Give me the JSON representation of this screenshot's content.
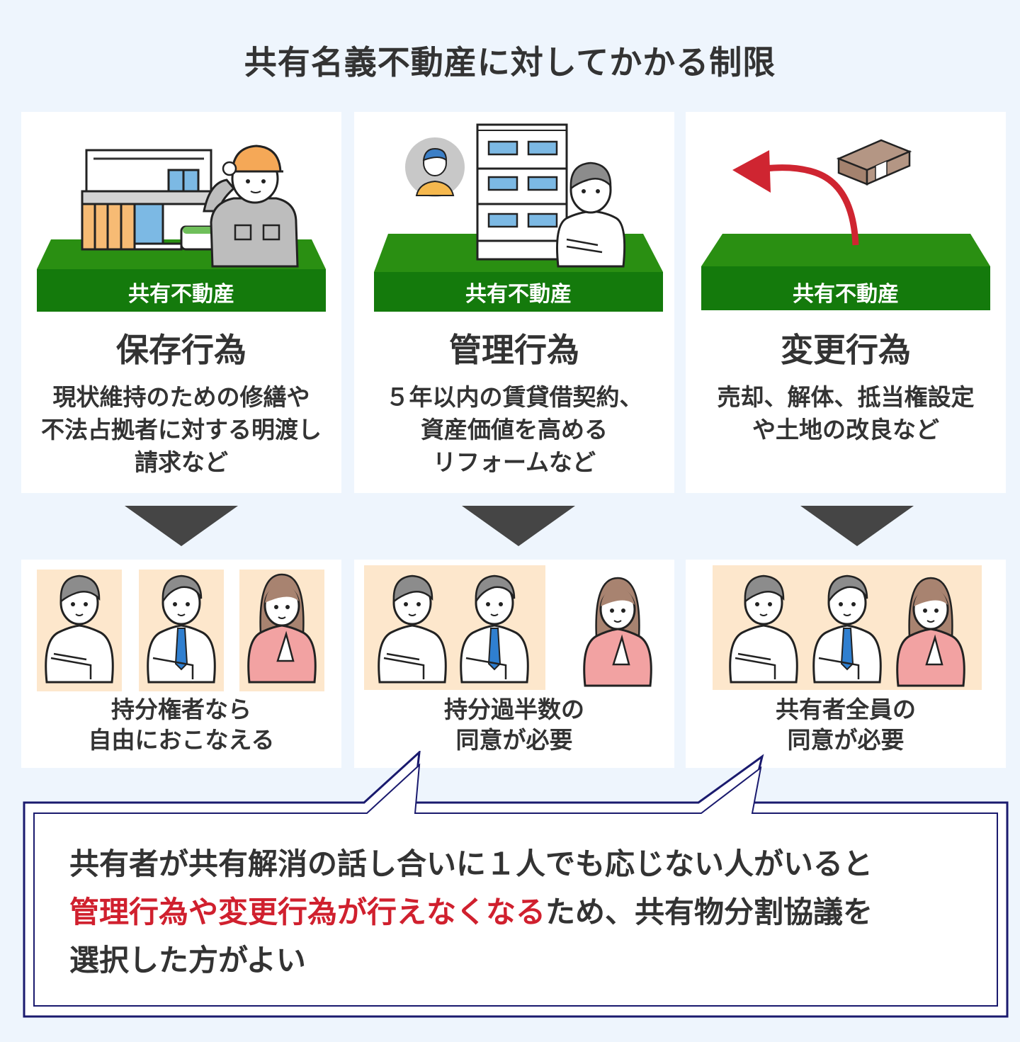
{
  "title": "共有名義不動産に対してかかる制限",
  "colors": {
    "background": "#eef5fd",
    "platform_top": "#2a8f12",
    "platform_front": "#147a0c",
    "arrow": "#454545",
    "highlight_red": "#d0202e",
    "callout_border": "#1a1a6e",
    "consent_bg": "#fde7cc"
  },
  "platform_label": "共有不動産",
  "acts": [
    {
      "name": "保存行為",
      "illustration": "house-with-worker",
      "description": [
        "現状維持のための修繕や",
        "不法占拠者に対する明渡し",
        "請求など"
      ],
      "requirement": [
        "持分権者なら",
        "自由におこなえる"
      ],
      "consent": "individual"
    },
    {
      "name": "管理行為",
      "illustration": "apartment-with-owner-and-tenant",
      "description": [
        "５年以内の賃貸借契約、",
        "資産価値を高める",
        "リフォームなど"
      ],
      "requirement": [
        "持分過半数の",
        "同意が必要"
      ],
      "consent": "majority"
    },
    {
      "name": "変更行為",
      "illustration": "property-with-money-arrow",
      "description": [
        "売却、解体、抵当権設定",
        "や土地の改良など"
      ],
      "requirement": [
        "共有者全員の",
        "同意が必要"
      ],
      "consent": "all"
    }
  ],
  "callout": {
    "line1": "共有者が共有解消の話し合いに１人でも応じない人がいると",
    "line2_highlight": "管理行為や変更行為が行えなくなる",
    "line2_rest": "ため、共有物分割協議を",
    "line3": "選択した方がよい"
  }
}
